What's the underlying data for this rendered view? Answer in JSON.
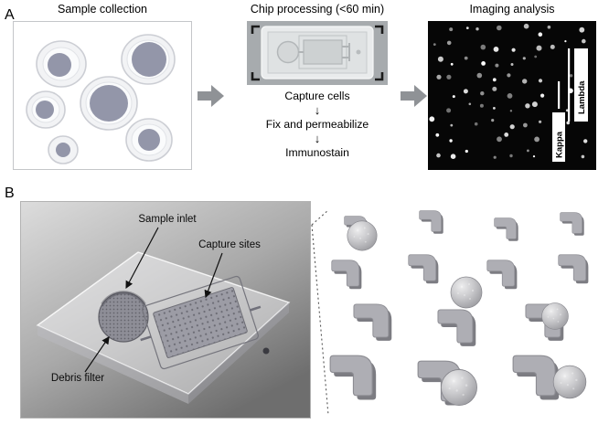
{
  "labels": {
    "panel_a": "A",
    "panel_b": "B"
  },
  "panel_a": {
    "sample": {
      "title": "Sample collection"
    },
    "chip": {
      "title": "Chip processing (<60 min)",
      "steps": [
        "Capture cells",
        "Fix and permeabilize",
        "Immunostain"
      ],
      "down_arrow": "↓"
    },
    "imaging": {
      "title": "Imaging analysis",
      "kappa": "Kappa",
      "lambda": "Lambda"
    }
  },
  "panel_b": {
    "annotations": {
      "sample_inlet": "Sample inlet",
      "capture_sites": "Capture sites",
      "debris_filter": "Debris filter"
    }
  },
  "colors": {
    "flow_arrow": "#8f9296",
    "nucleus": "#9396a9",
    "imaging_bg": "#060606"
  }
}
